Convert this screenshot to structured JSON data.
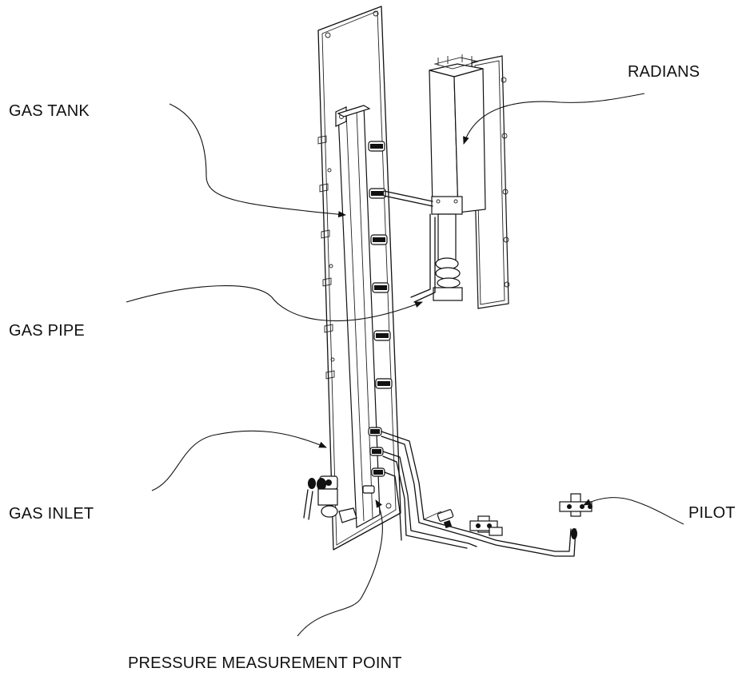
{
  "labels": {
    "gas_tank": "GAS TANK",
    "radians": "RADIANS",
    "gas_pipe": "GAS PIPE",
    "gas_inlet": "GAS INLET",
    "pilot": "PILOT",
    "pressure_point": "PRESSURE MEASUREMENT POINT"
  }
}
